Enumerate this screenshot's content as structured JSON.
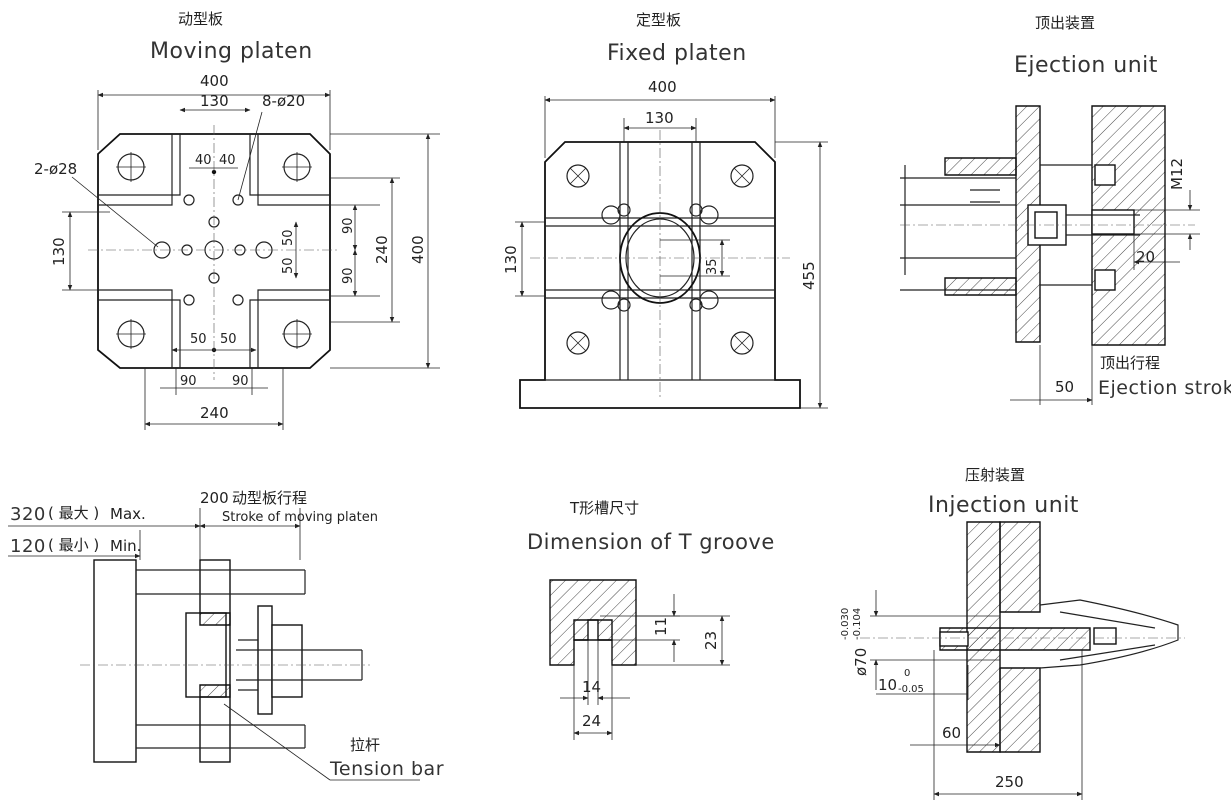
{
  "moving_platen": {
    "title_cn": "动型板",
    "title_en": "Moving platen",
    "dims": {
      "width": "400",
      "center": "130",
      "holes": "8-ø20",
      "corner_holes": "2-ø28",
      "d40a": "40",
      "d40b": "40",
      "left130": "130",
      "d90a": "90",
      "d90b": "90",
      "d50a": "50",
      "d50b": "50",
      "v240": "240",
      "v400": "400",
      "b50a": "50",
      "b50b": "50",
      "b90a": "90",
      "b90b": "90",
      "b240": "240"
    }
  },
  "fixed_platen": {
    "title_cn": "定型板",
    "title_en": "Fixed platen",
    "dims": {
      "width": "400",
      "center": "130",
      "left130": "130",
      "d35": "35",
      "h455": "455"
    }
  },
  "ejection_unit": {
    "title_cn": "顶出装置",
    "title_en": "Ejection unit",
    "dims": {
      "thread": "M12",
      "d20": "20",
      "d50": "50"
    },
    "stroke_cn": "顶出行程",
    "stroke_en": "Ejection stroke"
  },
  "stroke": {
    "stroke_value": "200",
    "stroke_cn": "动型板行程",
    "stroke_en": "Stroke of  moving platen",
    "max_value": "320",
    "max_cn": "( 最大 )",
    "max_en": "Max.",
    "min_value": "120",
    "min_cn": "( 最小 )",
    "min_en": "Min.",
    "tension_cn": "拉杆",
    "tension_en": "Tension bar"
  },
  "t_groove": {
    "title_cn": "T形槽尺寸",
    "title_en": "Dimension of T groove",
    "dims": {
      "d11": "11",
      "d23": "23",
      "d14": "14",
      "d24": "24"
    }
  },
  "injection_unit": {
    "title_cn": "压射装置",
    "title_en": "Injection unit",
    "dims": {
      "dia": "ø70",
      "dia_tol_up": "-0.030",
      "dia_tol_low": "-0.104",
      "d10": "10",
      "d10_tol_up": "0",
      "d10_tol_low": "-0.05",
      "d60": "60",
      "d250": "250"
    }
  }
}
